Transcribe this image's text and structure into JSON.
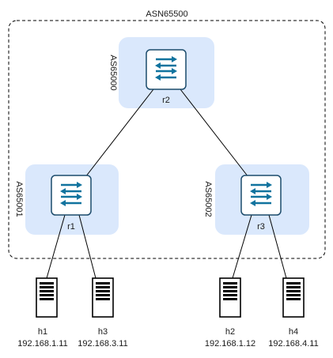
{
  "outer_group": {
    "label": "ASN65500"
  },
  "routers": [
    {
      "id": "r2",
      "name": "r2",
      "as_label": "AS65000"
    },
    {
      "id": "r1",
      "name": "r1",
      "as_label": "AS65001"
    },
    {
      "id": "r3",
      "name": "r3",
      "as_label": "AS65002"
    }
  ],
  "hosts": [
    {
      "id": "h1",
      "name": "h1",
      "ip": "192.168.1.11"
    },
    {
      "id": "h3",
      "name": "h3",
      "ip": "192.168.3.11"
    },
    {
      "id": "h2",
      "name": "h2",
      "ip": "192.168.1.12"
    },
    {
      "id": "h4",
      "name": "h4",
      "ip": "192.168.4.11"
    }
  ],
  "links": [
    {
      "from": "r2",
      "to": "r1"
    },
    {
      "from": "r2",
      "to": "r3"
    },
    {
      "from": "r1",
      "to": "h1"
    },
    {
      "from": "r1",
      "to": "h3"
    },
    {
      "from": "r3",
      "to": "h2"
    },
    {
      "from": "r3",
      "to": "h4"
    }
  ],
  "colors": {
    "as_box_fill": "#dae8fc",
    "router_border": "#1b4b6b",
    "arrow_color": "#10739e",
    "line_color": "#000000",
    "dash_color": "#000000"
  }
}
